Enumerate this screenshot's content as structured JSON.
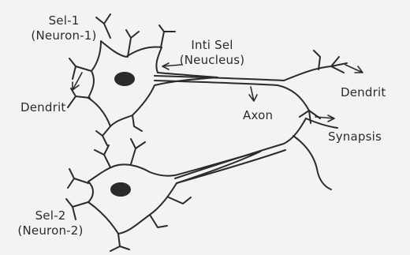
{
  "labels": {
    "neuron1_title": "Sel-1",
    "neuron1_sub": "(Neuron-1)",
    "nucleus_title": "Inti Sel",
    "nucleus_sub": "(Neucleus)",
    "dendrit_left": "Dendrit",
    "dendrit_right": "Dendrit",
    "axon": "Axon",
    "synapsis": "Synapsis",
    "neuron2_title": "Sel-2",
    "neuron2_sub": "(Neuron-2)"
  },
  "colors": {
    "ink": "#2b2b2b",
    "background": "#f3f3f1"
  }
}
